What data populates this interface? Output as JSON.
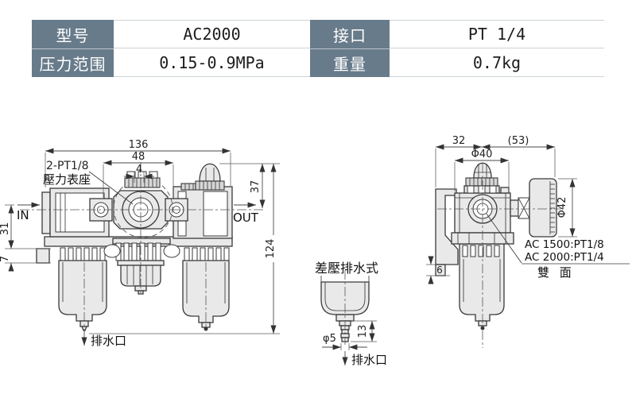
{
  "table": {
    "rows": [
      {
        "h1": "型号",
        "v1": "AC2000",
        "h2": "接口",
        "v2": "PT 1/4"
      },
      {
        "h1": "压力范围",
        "v1": "0.15-0.9MPa",
        "h2": "重量",
        "v2": "0.7kg"
      }
    ]
  },
  "front": {
    "dim_total_width": "136",
    "dim_gauge_span": "48",
    "dim_tab": "4",
    "dim_out_height": "37",
    "dim_in_height": "31",
    "dim_flange": "7",
    "dim_total_height": "124",
    "label_gauge_ports": "2-PT1/8",
    "label_gauge_seat": "壓力表座",
    "label_in": "IN",
    "label_out": "OUT",
    "label_drain": "排水口"
  },
  "drain_detail": {
    "title": "差壓排水式",
    "dim_stem_len": "13",
    "dim_stem_dia": "φ5",
    "label_drain": "排水口"
  },
  "side": {
    "dim_bracket": "32",
    "dim_depth": "(53)",
    "dim_body_dia": "Φ40",
    "dim_gauge_dia": "Φ42",
    "dim_foot": "6",
    "note_line1": "AC 1500:PT1/8",
    "note_line2": "AC 2000:PT1/4",
    "note_line3": "雙 面"
  },
  "colors": {
    "header_bg": "#687b8a",
    "header_text": "#ffffff",
    "line": "#3a3a3a",
    "fill_light": "#e9e9e9"
  }
}
